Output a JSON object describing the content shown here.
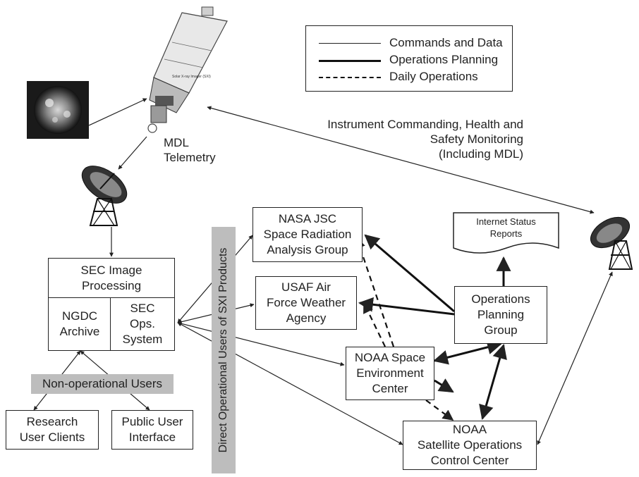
{
  "legend": {
    "commands": "Commands and Data",
    "planning": "Operations Planning",
    "daily": "Daily Operations"
  },
  "labels": {
    "mdl_telemetry": "MDL\nTelemetry",
    "instrument": "Instrument Commanding, Health and\nSafety Monitoring\n(Including MDL)",
    "direct_users": "Direct Operational Users of SXI Products",
    "non_operational": "Non-operational Users"
  },
  "boxes": {
    "sec_image": "SEC Image\nProcessing",
    "ngdc": "NGDC\nArchive",
    "sec_ops": "SEC\nOps.\nSystem",
    "nasa_jsc": "NASA JSC\nSpace Radiation\nAnalysis Group",
    "usaf": "USAF Air\nForce Weather\nAgency",
    "noaa_sec": "NOAA Space\nEnvironment\nCenter",
    "ops_planning": "Operations\nPlanning\nGroup",
    "noaa_soc": "NOAA\nSatellite Operations\nControl Center",
    "research": "Research\nUser Clients",
    "public": "Public User\nInterface",
    "internet": "Internet Status\nReports"
  },
  "icons": [
    "sun-image-icon",
    "satellite-icon",
    "ground-antenna-icon",
    "remote-antenna-icon"
  ]
}
